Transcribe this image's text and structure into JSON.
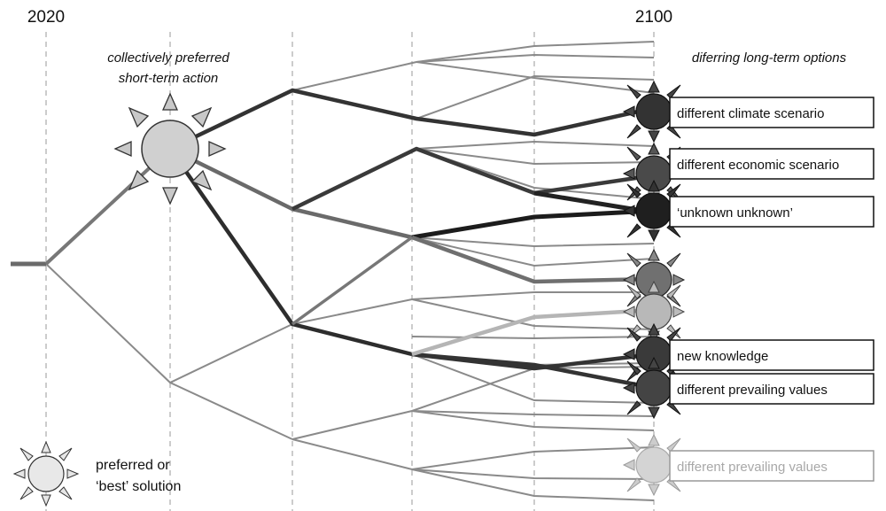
{
  "year_start": "2020",
  "year_end": "2100",
  "short_term_label": [
    "collectively preferred",
    "short-term action"
  ],
  "long_term_label": "diferring long-term options",
  "legend": {
    "label_line1": "preferred or",
    "label_line2": "‘best’ solution",
    "icon": "sun-icon"
  },
  "options": [
    {
      "label": "different climate scenario",
      "tone": "dark",
      "color": "#2e2e2e"
    },
    {
      "label": "different economic  scenario",
      "tone": "dark",
      "color": "#4a4a4a"
    },
    {
      "label": "‘unknown unknown’",
      "tone": "dark",
      "color": "#1f1f1f"
    },
    {
      "label": "new knowledge",
      "tone": "dark",
      "color": "#3a3a3a"
    },
    {
      "label": "different prevailing values",
      "tone": "dark",
      "color": "#444444"
    },
    {
      "label": "different prevailing values",
      "tone": "faded",
      "color": "#a8a8a8"
    }
  ],
  "colors": {
    "guide_line": "#aaaaaa",
    "thin_branch": "#8a8a8a",
    "dark_path": "#333333",
    "mid_path": "#6a6a6a",
    "light_path": "#b5b5b5",
    "sun_fill": "#d0d0d0",
    "ray_fill": "#c8c8c8"
  }
}
